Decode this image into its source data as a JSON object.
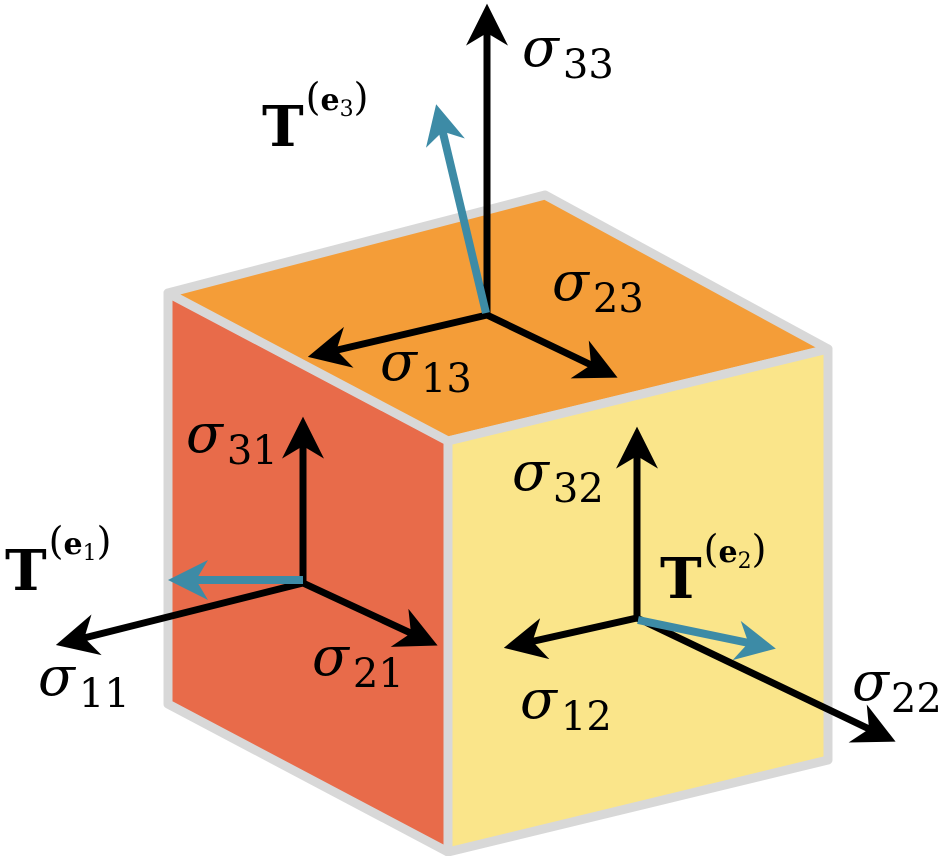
{
  "diagram": {
    "faces": {
      "left_color": "#E86B4A",
      "top_color": "#F49D38",
      "right_color": "#FAE58A",
      "edge_color": "#D8D8D8"
    },
    "arrow_colors": {
      "stress": "#000000",
      "traction": "#3D8BA6"
    },
    "labels": {
      "s33": {
        "sym": "σ",
        "sub": "33"
      },
      "s23": {
        "sym": "σ",
        "sub": "23"
      },
      "s13": {
        "sym": "σ",
        "sub": "13"
      },
      "s31": {
        "sym": "σ",
        "sub": "31"
      },
      "s21": {
        "sym": "σ",
        "sub": "21"
      },
      "s11": {
        "sym": "σ",
        "sub": "11"
      },
      "s32": {
        "sym": "σ",
        "sub": "32"
      },
      "s12": {
        "sym": "σ",
        "sub": "12"
      },
      "s22": {
        "sym": "σ",
        "sub": "22"
      },
      "T3": {
        "main": "T",
        "open": "(",
        "e": "e",
        "idx": "3",
        "close": ")"
      },
      "T1": {
        "main": "T",
        "open": "(",
        "e": "e",
        "idx": "1",
        "close": ")"
      },
      "T2": {
        "main": "T",
        "open": "(",
        "e": "e",
        "idx": "2",
        "close": ")"
      }
    }
  }
}
